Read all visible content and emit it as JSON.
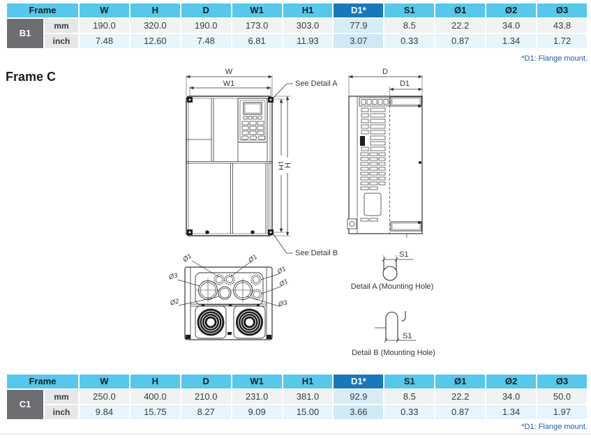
{
  "page": {
    "heading": "Frame C"
  },
  "colors": {
    "header_bg": "#55c8ec",
    "header_text": "#1d1d1f",
    "highlight_header_bg": "#1778be",
    "highlight_header_text": "#ffffff",
    "frame_cell_bg": "#6d6e71",
    "unit_cell_bg": "#e6e7e8",
    "row_mm_bg": "#f1f2f2",
    "row_inch_bg": "#e7f5fd",
    "highlight_col_mm_bg": "#d6edf9",
    "highlight_col_inch_bg": "#cfe9f7",
    "footnote_text": "#2457a7",
    "drawing_line": "#333436"
  },
  "tables": {
    "columns": [
      "Frame",
      "W",
      "H",
      "D",
      "W1",
      "H1",
      "D1*",
      "S1",
      "Ø1",
      "Ø2",
      "Ø3"
    ],
    "highlight_column": "D1*",
    "instances": [
      {
        "frame": "B1",
        "footnote": "*D1: Flange mount.",
        "rows": [
          {
            "unit": "mm",
            "values": [
              "190.0",
              "320.0",
              "190.0",
              "173.0",
              "303.0",
              "77.9",
              "8.5",
              "22.2",
              "34.0",
              "43.8"
            ]
          },
          {
            "unit": "inch",
            "values": [
              "7.48",
              "12.60",
              "7.48",
              "6.81",
              "11.93",
              "3.07",
              "0.33",
              "0.87",
              "1.34",
              "1.72"
            ]
          }
        ]
      },
      {
        "frame": "C1",
        "footnote": "*D1: Flange mount.",
        "rows": [
          {
            "unit": "mm",
            "values": [
              "250.0",
              "400.0",
              "210.0",
              "231.0",
              "381.0",
              "92.9",
              "8.5",
              "22.2",
              "34.0",
              "50.0"
            ]
          },
          {
            "unit": "inch",
            "values": [
              "9.84",
              "15.75",
              "8.27",
              "9.09",
              "15.00",
              "3.66",
              "0.33",
              "0.87",
              "1.34",
              "1.97"
            ]
          }
        ]
      }
    ]
  },
  "drawings": {
    "front_view": {
      "dim_w": "W",
      "dim_w1": "W1",
      "dim_h": "H",
      "dim_h1": "H1",
      "callout_detail_a": "See Detail A",
      "callout_detail_b": "See Detail B"
    },
    "side_view": {
      "dim_d": "D",
      "dim_d1": "D1"
    },
    "bottom_view": {
      "hole_phi1": "Ø1",
      "hole_phi2": "Ø2",
      "hole_phi3": "Ø3"
    },
    "detail_a": {
      "dim_s1": "S1",
      "caption": "Detail A (Mounting Hole)"
    },
    "detail_b": {
      "dim_s1": "S1",
      "caption": "Detail B (Mounting Hole)"
    }
  }
}
